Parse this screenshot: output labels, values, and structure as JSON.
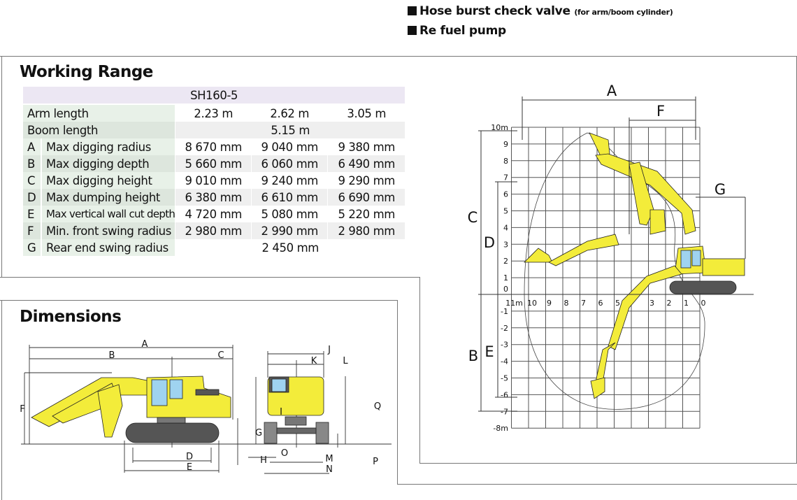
{
  "features": [
    {
      "label": "Hose burst check valve",
      "note": "(for arm/boom cylinder)"
    },
    {
      "label": "Re fuel pump",
      "note": ""
    }
  ],
  "working_range": {
    "title": "Working Range",
    "model": "SH160-5",
    "arm_length": {
      "label": "Arm length",
      "values": [
        "2.23 m",
        "2.62 m",
        "3.05 m"
      ]
    },
    "boom_length": {
      "label": "Boom length",
      "value": "5.15 m"
    },
    "rows": [
      {
        "letter": "A",
        "label": "Max digging radius",
        "values": [
          "8 670 mm",
          "9 040 mm",
          "9 380 mm"
        ]
      },
      {
        "letter": "B",
        "label": "Max digging depth",
        "values": [
          "5 660 mm",
          "6 060 mm",
          "6 490 mm"
        ]
      },
      {
        "letter": "C",
        "label": "Max digging height",
        "values": [
          "9 010 mm",
          "9 240 mm",
          "9 290 mm"
        ]
      },
      {
        "letter": "D",
        "label": "Max dumping height",
        "values": [
          "6 380 mm",
          "6 610 mm",
          "6 690 mm"
        ]
      },
      {
        "letter": "E",
        "label": "Max vertical wall cut depth",
        "values": [
          "4 720 mm",
          "5 080 mm",
          "5 220 mm"
        ]
      },
      {
        "letter": "F",
        "label": "Min. front swing radius",
        "values": [
          "2 980 mm",
          "2 990 mm",
          "2 980 mm"
        ]
      }
    ],
    "rear": {
      "letter": "G",
      "label": "Rear end swing radius",
      "value": "2 450 mm"
    },
    "diagram": {
      "labels": {
        "A": "A",
        "B": "B",
        "C": "C",
        "D": "D",
        "E": "E",
        "F": "F",
        "G": "G"
      },
      "y_ticks": [
        "10m",
        "9",
        "8",
        "7",
        "6",
        "5",
        "4",
        "3",
        "2",
        "1",
        "0",
        "-1",
        "-2",
        "-3",
        "-4",
        "-5",
        "-6",
        "-7",
        "-8m"
      ],
      "x_ticks": [
        "11m",
        "10",
        "9",
        "8",
        "7",
        "6",
        "5",
        "",
        "3",
        "2",
        "1",
        "0"
      ]
    }
  },
  "dimensions": {
    "title": "Dimensions",
    "labels": {
      "A": "A",
      "B": "B",
      "C": "C",
      "D": "D",
      "E": "E",
      "F": "F",
      "G": "G",
      "H": "H",
      "I": "I",
      "J": "J",
      "K": "K",
      "L": "L",
      "M": "M",
      "N": "N",
      "O": "O",
      "P": "P",
      "Q": "Q"
    }
  },
  "colors": {
    "machine_yellow": "#f3ec3a",
    "header_lavender": "#ece7f3",
    "label_green": "#e8f1e8"
  }
}
